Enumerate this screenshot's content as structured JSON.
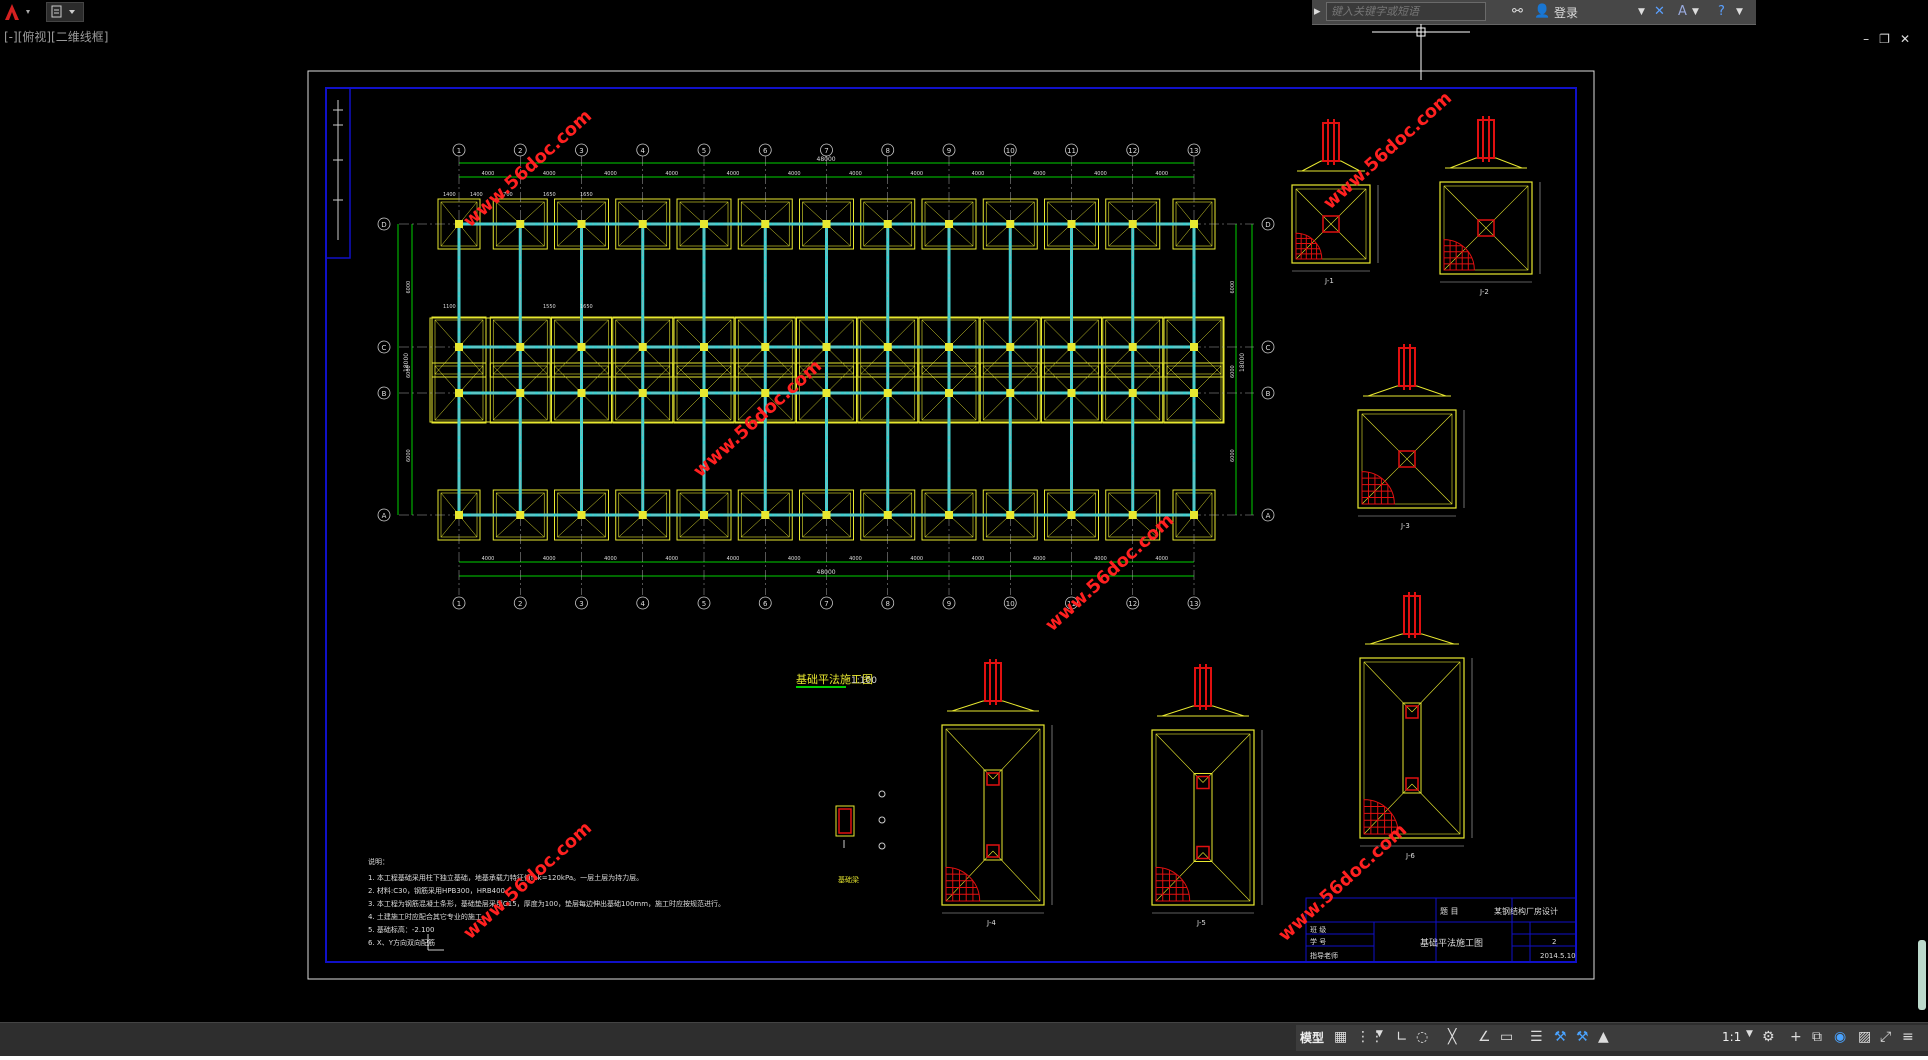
{
  "titlebar": {
    "search_placeholder": "键入关键字或短语",
    "login_label": "登录"
  },
  "viewport_label": "[-][俯视][二维线框]",
  "drawing": {
    "axis_numbers": [
      "1",
      "2",
      "3",
      "4",
      "5",
      "6",
      "7",
      "8",
      "9",
      "10",
      "11",
      "12",
      "13"
    ],
    "axis_letters": [
      "D",
      "C",
      "B",
      "A"
    ],
    "bay_dims": [
      "4000",
      "4000",
      "4000",
      "4000",
      "4000",
      "4000",
      "4000",
      "4000",
      "4000",
      "4000",
      "4000",
      "4000"
    ],
    "total_width": "48000",
    "row_dims": [
      "6000",
      "6000",
      "6000"
    ],
    "total_height": "18000",
    "footing_labels": [
      "1400",
      "1400",
      "1700",
      "1650",
      "1650",
      "1100",
      "1550",
      "1650"
    ],
    "plan_title": "基础平法施工图",
    "plan_scale": "1:100",
    "section_label_small": "基础梁",
    "notes": {
      "title": "说明：",
      "lines": [
        "1. 本工程基础采用柱下独立基础，地基承载力特征值fak=120kPa。一层土层为持力层。",
        "2. 材料:C30，钢筋采用HPB300，HRB400",
        "3. 本工程为钢筋混凝土条形，基础垫层采用C15，厚度为100，垫层每边伸出基础100mm，施工时应按规范进行。",
        "4. 土建施工时应配合其它专业的施工。",
        "5. 基础标高：-2.100",
        "6. X、Y方向双向配筋"
      ]
    },
    "detail_labels": [
      "J-1",
      "J-2",
      "J-3",
      "J-4",
      "J-5",
      "J-6"
    ],
    "title_block": {
      "project": "题 目",
      "project_name": "某钢结构厂房设计",
      "drawing_name": "基础平法施工图",
      "sheet_no": "2",
      "date": "2014.5.10",
      "rows": [
        "班 级",
        "学 号",
        "指导老师"
      ]
    },
    "watermark": "www.56doc.com"
  },
  "statusbar": {
    "model_label": "模型",
    "scale_label": "1:1"
  },
  "colors": {
    "background": "#000000",
    "border_blue": "#1010c8",
    "sheet_frame": "#ffffff",
    "grid_green": "#00d000",
    "beam_cyan": "#3fd0d0",
    "footing_yellow": "#e8e830",
    "rebar_red": "#e01010",
    "watermark_red": "#ff2020",
    "status_blue": "#4aa3ff"
  },
  "icons": [
    "autocad-logo-icon",
    "search-expand-icon",
    "binoculars-icon",
    "user-icon",
    "x-exchange-icon",
    "a360-icon",
    "help-icon",
    "grid-icon",
    "snap-icon",
    "ortho-icon",
    "polar-icon",
    "isodraft-icon",
    "osnap-icon",
    "annotation-icon",
    "workspace-gear-icon",
    "plus-icon",
    "fullscreen-icon",
    "customize-icon"
  ]
}
